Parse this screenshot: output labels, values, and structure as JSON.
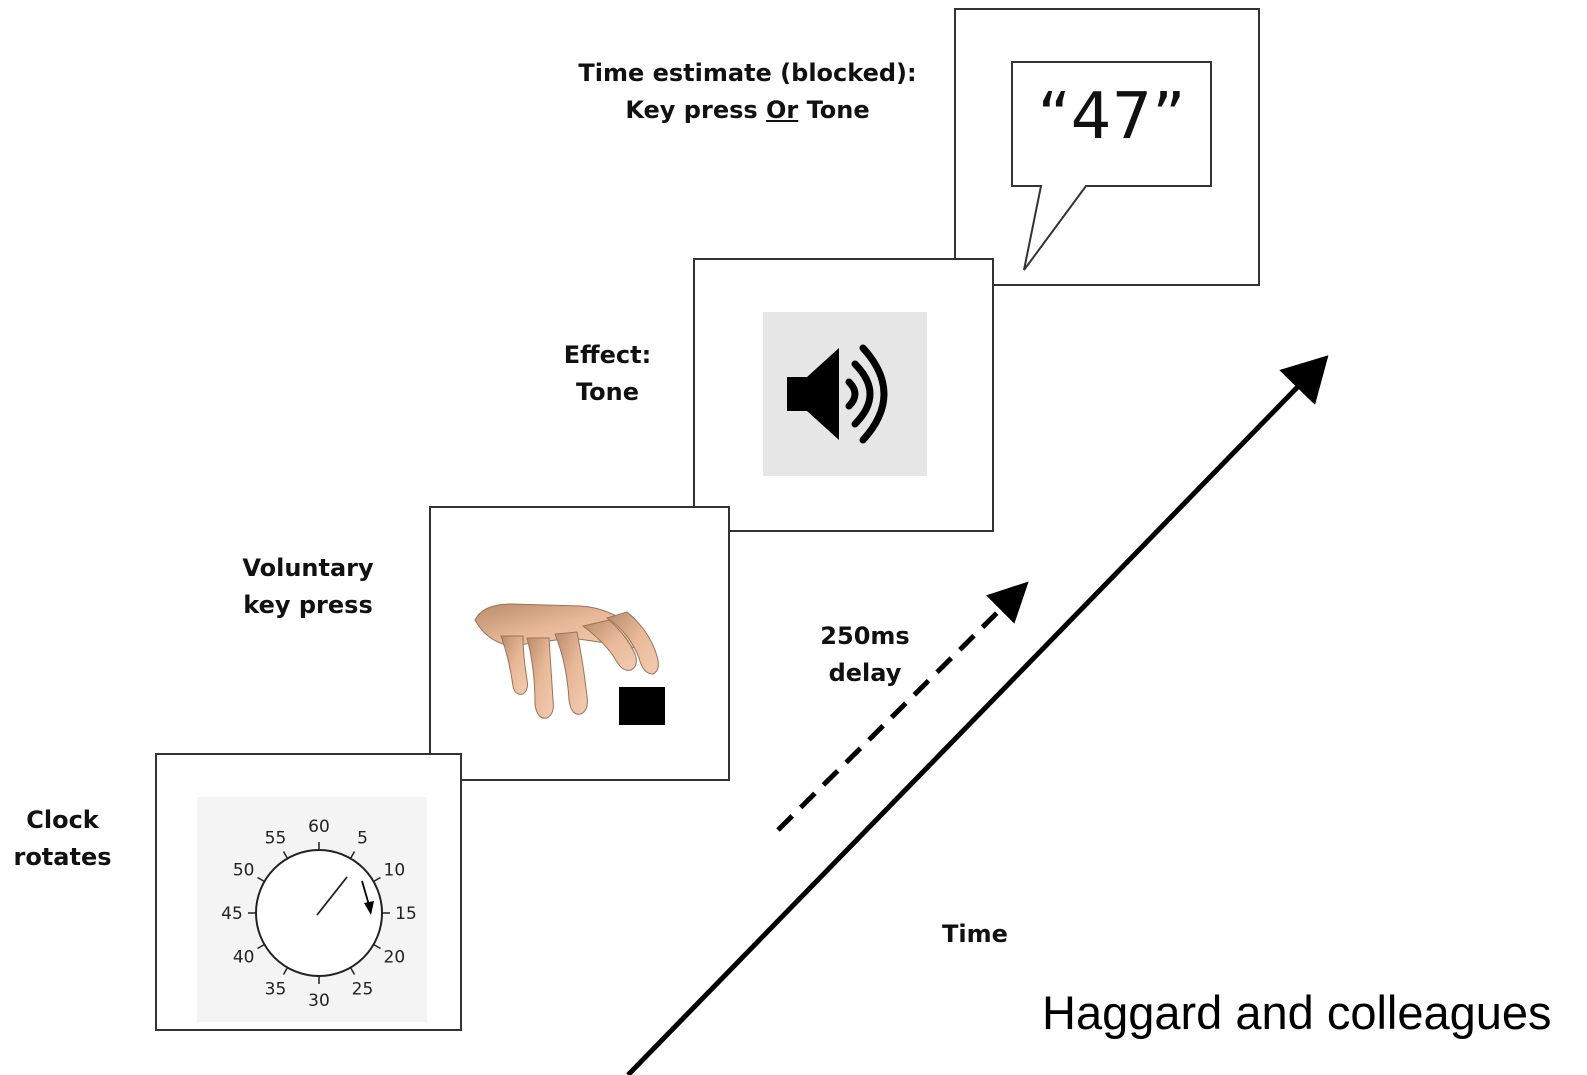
{
  "stages": {
    "clock": {
      "line1": "Clock",
      "line2": "rotates",
      "dial_numbers": [
        "60",
        "5",
        "10",
        "15",
        "20",
        "25",
        "30",
        "35",
        "40",
        "45",
        "50",
        "55"
      ]
    },
    "keypress": {
      "line1": "Voluntary",
      "line2": "key press"
    },
    "effect": {
      "line1": "Effect:",
      "line2": "Tone"
    },
    "estimate": {
      "line1": "Time estimate (blocked):",
      "line2_a": "Key press ",
      "line2_or": "Or",
      "line2_b": " Tone",
      "speech_value": "“47”"
    }
  },
  "delay": {
    "line1": "250ms",
    "line2": "delay"
  },
  "time_axis_label": "Time",
  "credit": "Haggard and colleagues",
  "colors": {
    "speaker_bg": "#e6e6e6",
    "hand_skin": "#e8b898",
    "key": "#000000"
  }
}
